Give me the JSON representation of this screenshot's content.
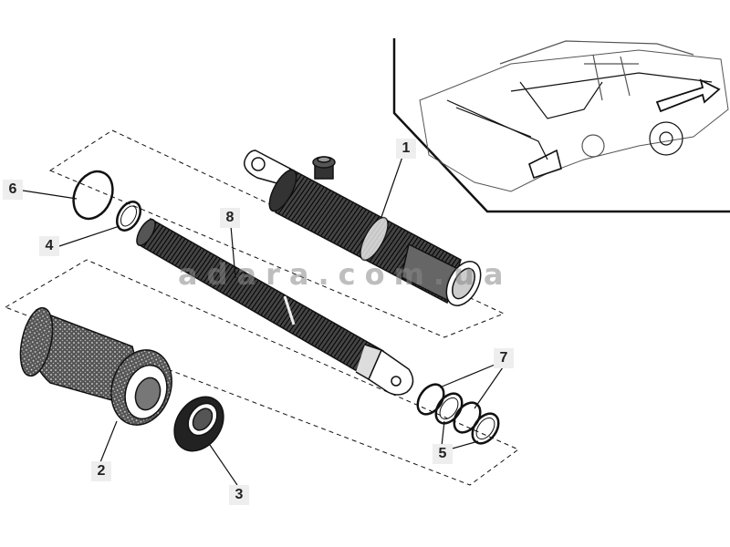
{
  "watermark": "adara.com.ua",
  "callouts": [
    {
      "id": "c1",
      "label": "1"
    },
    {
      "id": "c2",
      "label": "2"
    },
    {
      "id": "c3",
      "label": "3"
    },
    {
      "id": "c4",
      "label": "4"
    },
    {
      "id": "c5",
      "label": "5"
    },
    {
      "id": "c6",
      "label": "6"
    },
    {
      "id": "c7",
      "label": "7"
    },
    {
      "id": "c8",
      "label": "8"
    }
  ],
  "colors": {
    "line": "#111111",
    "fill": "#1a1a1a",
    "callout_bg": "#eeeeee",
    "watermark": "#8a8a8a"
  }
}
